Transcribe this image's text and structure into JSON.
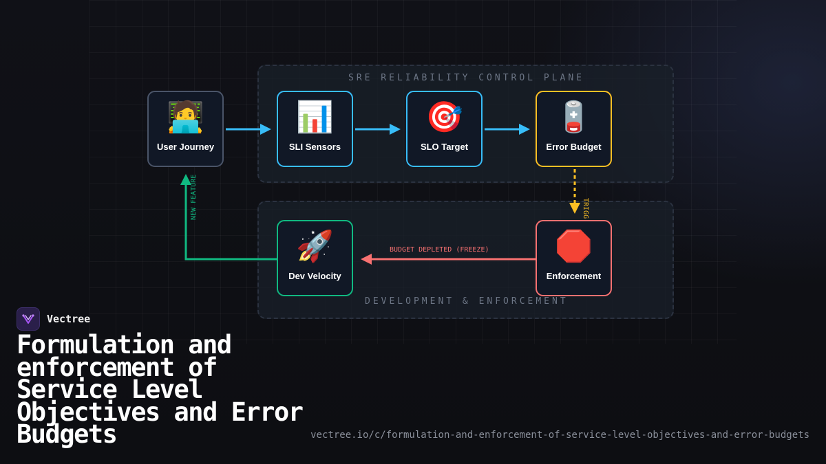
{
  "diagram": {
    "panels": {
      "top_label": "SRE RELIABILITY CONTROL PLANE",
      "bottom_label": "DEVELOPMENT & ENFORCEMENT"
    },
    "nodes": {
      "user_journey": {
        "icon": "🧑‍💻",
        "label": "User Journey",
        "border": "#4a5468"
      },
      "sli_sensors": {
        "icon": "📊",
        "label": "SLI Sensors",
        "border": "#38bdf8"
      },
      "slo_target": {
        "icon": "🎯",
        "label": "SLO Target",
        "border": "#38bdf8"
      },
      "error_budget": {
        "icon": "🪫",
        "label": "Error Budget",
        "border": "#fbbf24"
      },
      "dev_velocity": {
        "icon": "🚀",
        "label": "Dev Velocity",
        "border": "#10b981"
      },
      "enforcement": {
        "icon": "🛑",
        "label": "Enforcement",
        "border": "#f87171"
      }
    },
    "edges": {
      "new_feature": "NEW FEATURE",
      "trigger": "TRIGG",
      "freeze": "BUDGET DEPLETED (FREEZE)"
    },
    "colors": {
      "flow": "#38bdf8",
      "trigger": "#fbbf24",
      "freeze": "#f87171",
      "feature": "#10b981"
    }
  },
  "brand": {
    "name": "Vectree",
    "logo_icon": "vectree-logo-icon"
  },
  "title": "Formulation and enforcement of Service Level Objectives and Error Budgets",
  "url": "vectree.io/c/formulation-and-enforcement-of-service-level-objectives-and-error-budgets"
}
